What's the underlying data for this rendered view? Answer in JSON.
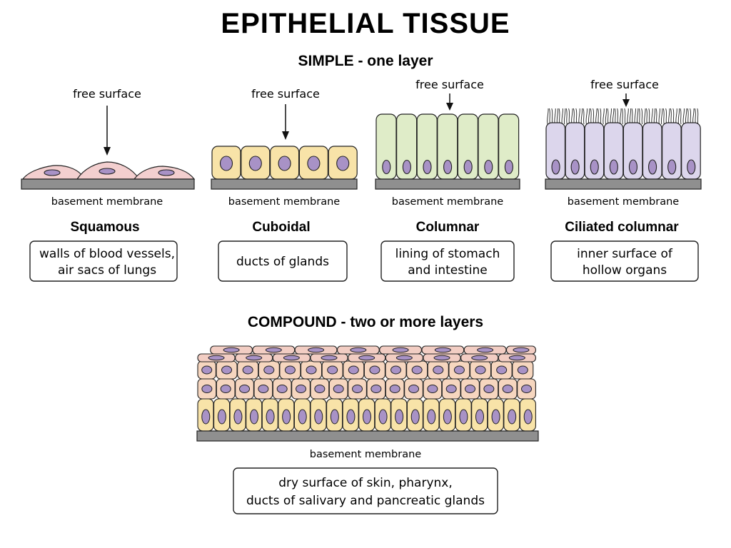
{
  "title": "EPITHELIAL TISSUE",
  "simple_heading": "SIMPLE - one layer",
  "compound_heading": "COMPOUND - two or more layers",
  "colors": {
    "squamous": "#f3cfcf",
    "cuboidal": "#f8e3a8",
    "columnar": "#dfecc8",
    "ciliated": "#dcd6ec",
    "compound_top": "#f2cdc3",
    "compound_mid": "#f6d6bf",
    "compound_base": "#f8e3a8",
    "nucleus": "#a892c6",
    "membrane": "#8f8f8f"
  },
  "simple": [
    {
      "name": "Squamous",
      "free_surface": "free surface",
      "basement": "basement membrane",
      "examples": [
        "walls of blood vessels,",
        "air sacs of lungs"
      ]
    },
    {
      "name": "Cuboidal",
      "free_surface": "free surface",
      "basement": "basement membrane",
      "examples": [
        "ducts of glands"
      ]
    },
    {
      "name": "Columnar",
      "free_surface": "free surface",
      "basement": "basement membrane",
      "examples": [
        "lining of stomach",
        "and intestine"
      ]
    },
    {
      "name": "Ciliated columnar",
      "free_surface": "free surface",
      "basement": "basement membrane",
      "examples": [
        "inner surface of",
        "hollow organs"
      ]
    }
  ],
  "compound": {
    "basement": "basement membrane",
    "examples": [
      "dry surface of skin, pharynx,",
      "ducts of salivary and pancreatic glands"
    ]
  }
}
